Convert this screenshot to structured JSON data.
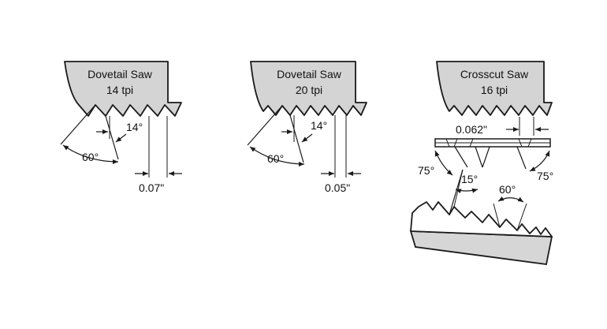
{
  "saws": [
    {
      "title_line1": "Dovetail Saw",
      "title_line2": "14 tpi",
      "rake_angle": "14°",
      "included_angle": "60°",
      "pitch": "0.07\""
    },
    {
      "title_line1": "Dovetail Saw",
      "title_line2": "20 tpi",
      "rake_angle": "14°",
      "included_angle": "60°",
      "pitch": "0.05\""
    },
    {
      "title_line1": "Crosscut Saw",
      "title_line2": "16 tpi",
      "pitch": "0.062\"",
      "bevel_left": "75°",
      "bevel_right": "75°",
      "rake_angle": "15°",
      "included_angle": "60°"
    }
  ],
  "colors": {
    "blade_fill": "#d4d4d4",
    "line": "#1a1a1a",
    "board_fill": "#d6d6d6",
    "background": "#ffffff"
  }
}
